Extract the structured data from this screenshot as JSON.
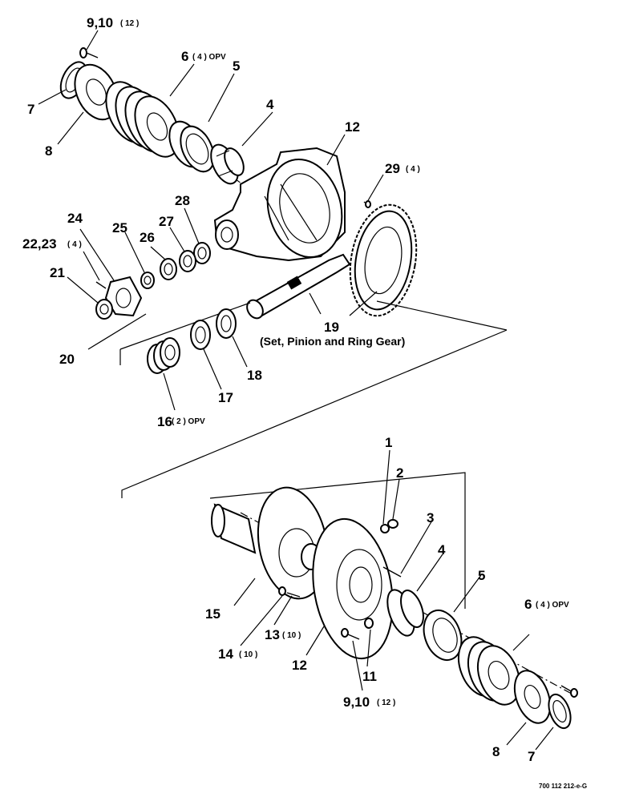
{
  "labels": {
    "l_9_10_top": "9,10",
    "l_9_10_top_qty": "( 12 )",
    "l_6_top": "6",
    "l_6_top_qty": "( 4 ) OPV",
    "l_5_top": "5",
    "l_4_top": "4",
    "l_12_top": "12",
    "l_7_top": "7",
    "l_8_top": "8",
    "l_29": "29",
    "l_29_qty": "( 4 )",
    "l_24": "24",
    "l_28": "28",
    "l_25": "25",
    "l_27": "27",
    "l_26": "26",
    "l_22_23": "22,23",
    "l_22_23_qty": "( 4 )",
    "l_21": "21",
    "l_19": "19",
    "l_19_note": "(Set, Pinion and Ring Gear)",
    "l_20": "20",
    "l_18": "18",
    "l_17": "17",
    "l_16": "16",
    "l_16_qty": "( 2 ) OPV",
    "l_1": "1",
    "l_2": "2",
    "l_3": "3",
    "l_4_bot": "4",
    "l_5_bot": "5",
    "l_6_bot": "6",
    "l_6_bot_qty": "( 4 ) OPV",
    "l_15": "15",
    "l_13": "13",
    "l_13_qty": "( 10 )",
    "l_14": "14",
    "l_14_qty": "( 10 )",
    "l_12_bot": "12",
    "l_11": "11",
    "l_9_10_bot": "9,10",
    "l_9_10_bot_qty": "( 12 )",
    "l_8_bot": "8",
    "l_7_bot": "7"
  },
  "drawing_code": "700 112 212-e-G"
}
